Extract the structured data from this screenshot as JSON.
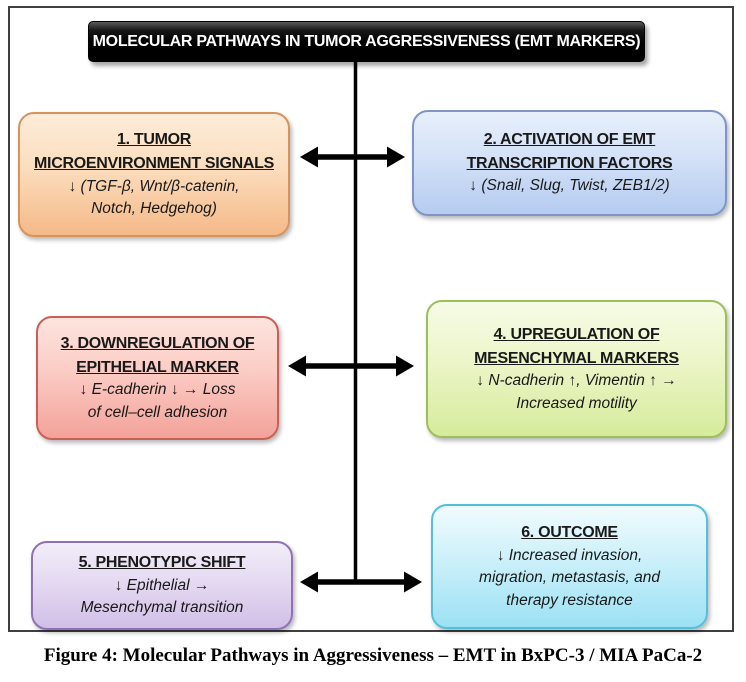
{
  "diagram": {
    "title": "MOLECULAR PATHWAYS IN TUMOR AGGRESSIVENESS (EMT MARKERS)",
    "title_colors": {
      "background": "#000000",
      "text": "#ffffff"
    },
    "boxes": [
      {
        "id": "1",
        "heading": "1. TUMOR\nMICROENVIRONMENT SIGNALS",
        "body": "↓ (TGF-β, Wnt/β-catenin,\nNotch, Hedgehog)",
        "fill_top": "#fdecda",
        "fill_bottom": "#f5b988",
        "border_color": "#d6935c"
      },
      {
        "id": "2",
        "heading": "2. ACTIVATION OF EMT\nTRANSCRIPTION FACTORS",
        "body": "↓ (Snail, Slug, Twist, ZEB1/2)",
        "fill_top": "#e7effb",
        "fill_bottom": "#b5cbf0",
        "border_color": "#7e95c6"
      },
      {
        "id": "3",
        "heading": "3. DOWNREGULATION OF\nEPITHELIAL MARKER",
        "body": "↓ E-cadherin ↓ → Loss\nof cell–cell adhesion",
        "fill_top": "#fde4de",
        "fill_bottom": "#f3a29a",
        "border_color": "#cb5f57"
      },
      {
        "id": "4",
        "heading": "4. UPREGULATION OF\nMESENCHYMAL MARKERS",
        "body": "↓ N-cadherin ↑, Vimentin ↑ →\nIncreased motility",
        "fill_top": "#f7fbe6",
        "fill_bottom": "#d6eb9b",
        "border_color": "#9dbf59"
      },
      {
        "id": "5",
        "heading": "5. PHENOTYPIC SHIFT",
        "body": "↓ Epithelial →\nMesenchymal transition",
        "fill_top": "#f2edf9",
        "fill_bottom": "#d1bfe6",
        "border_color": "#8f72b3"
      },
      {
        "id": "6",
        "heading": "6. OUTCOME",
        "body": "↓ Increased invasion,\nmigration, metastasis, and\ntherapy resistance",
        "fill_top": "#f0fbfd",
        "fill_bottom": "#9be1f4",
        "border_color": "#55bfdb"
      }
    ],
    "connectors": [
      {
        "name": "center-spine",
        "kind": "vertical-line",
        "color": "#000000"
      },
      {
        "name": "arrow-1-2",
        "kind": "double-headed-arrow",
        "between": [
          "box-1",
          "box-2"
        ],
        "color": "#000000"
      },
      {
        "name": "arrow-3-4",
        "kind": "double-headed-arrow",
        "between": [
          "box-3",
          "box-4"
        ],
        "color": "#000000"
      },
      {
        "name": "arrow-5-6",
        "kind": "double-headed-arrow",
        "between": [
          "box-5",
          "box-6"
        ],
        "color": "#000000"
      }
    ],
    "caption": "Figure 4: Molecular Pathways in Aggressiveness – EMT in BxPC-3 / MIA PaCa-2"
  }
}
